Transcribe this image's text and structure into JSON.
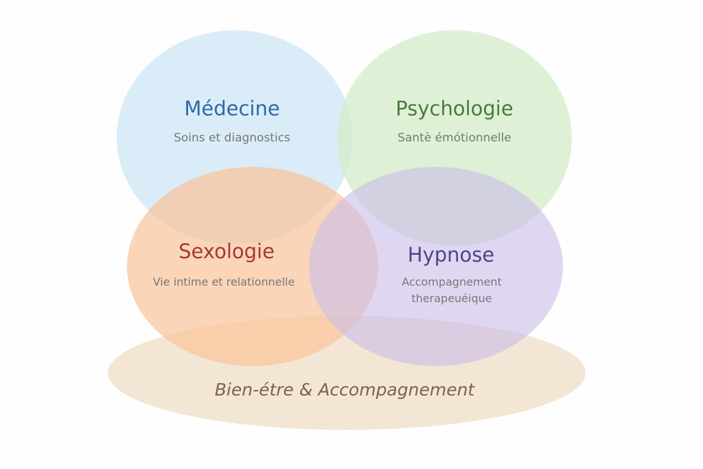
{
  "circles": {
    "medecine": {
      "title": "Médecine",
      "subtitle": "Soins et diagnostics",
      "fill": "#cfe6f7",
      "title_color": "#2f6aa3"
    },
    "psychologie": {
      "title": "Psychologie",
      "subtitle": "Santè émótionnelle",
      "fill": "#d3ecc8",
      "title_color": "#4a7a3f"
    },
    "sexologie": {
      "title": "Sexologie",
      "subtitle": "Vie intime et relationnelle",
      "fill": "#f9c39a",
      "title_color": "#a33a35"
    },
    "hypnose": {
      "title": "Hypnose",
      "subtitle_line1": "Accompagnement",
      "subtitle_line2": "therapeuéique",
      "fill": "#c9bdea",
      "title_color": "#4f4585"
    }
  },
  "base": {
    "label": "Bien-étre & Accompagnement",
    "fill": "#f1e2cc",
    "label_color": "#7a6350"
  },
  "subtitle_color": "#777777"
}
